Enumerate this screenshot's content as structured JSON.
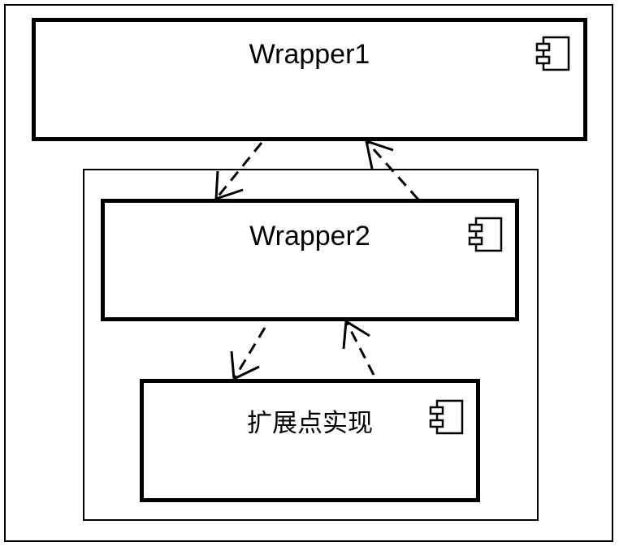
{
  "diagram": {
    "components": [
      {
        "id": "wrapper1",
        "label": "Wrapper1",
        "icon": "component-icon"
      },
      {
        "id": "wrapper2",
        "label": "Wrapper2",
        "icon": "component-icon"
      },
      {
        "id": "extension",
        "label": "扩展点实现",
        "icon": "component-icon"
      }
    ],
    "containers": [
      "outer-frame",
      "inner-frame"
    ],
    "connectors": [
      {
        "from": "wrapper1",
        "to": "wrapper2",
        "style": "dashed",
        "head": "open-arrow"
      },
      {
        "from": "wrapper2",
        "to": "wrapper1",
        "style": "dashed",
        "head": "open-arrow"
      },
      {
        "from": "wrapper2",
        "to": "extension",
        "style": "dashed",
        "head": "open-arrow"
      },
      {
        "from": "extension",
        "to": "wrapper2",
        "style": "dashed",
        "head": "open-arrow"
      }
    ]
  }
}
